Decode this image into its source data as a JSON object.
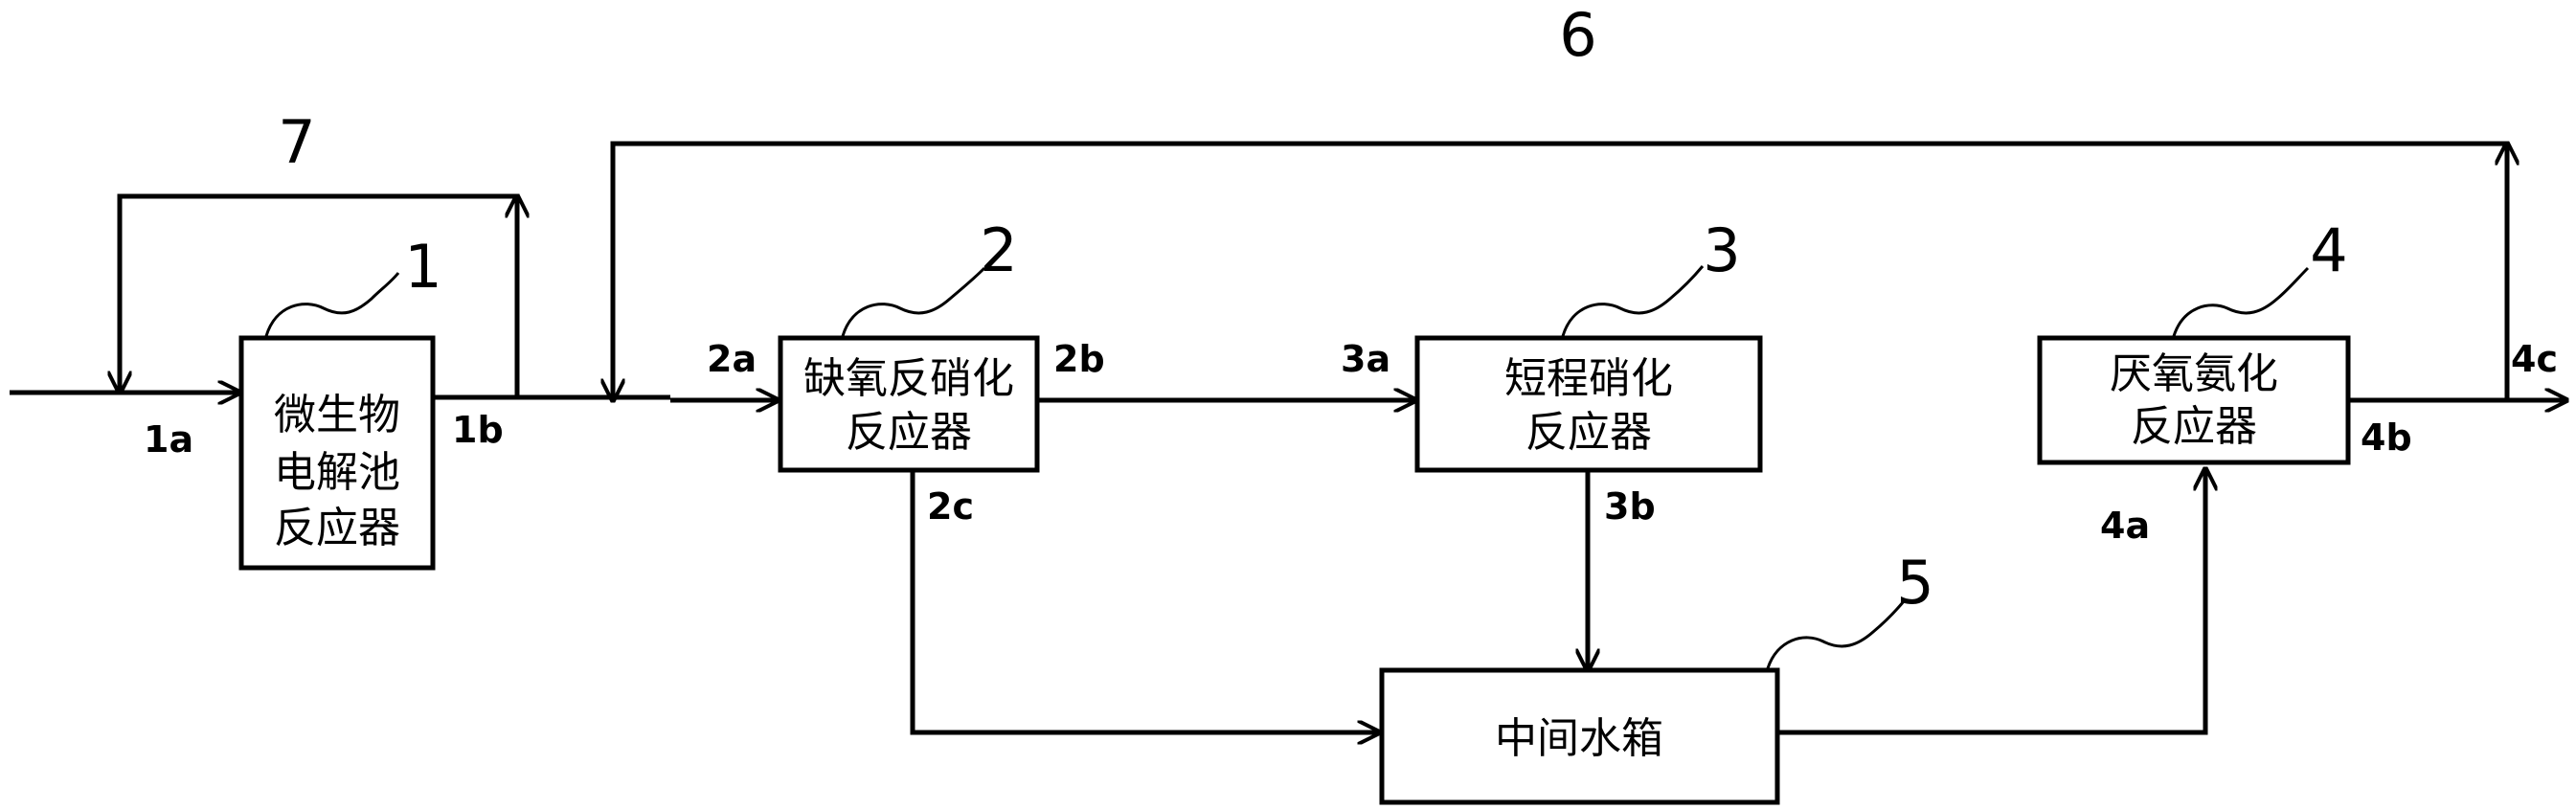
{
  "components": {
    "mec_reactor": {
      "number": "1",
      "lines": [
        "微生物",
        "电解池",
        "反应器"
      ]
    },
    "anoxic_reactor": {
      "number": "2",
      "lines": [
        "缺氧反硝化",
        "反应器"
      ]
    },
    "nitritation_reactor": {
      "number": "3",
      "lines": [
        "短程硝化",
        "反应器"
      ]
    },
    "anammox_reactor": {
      "number": "4",
      "lines": [
        "厌氧氨化",
        "反应器"
      ]
    },
    "intermediate_tank": {
      "number": "5",
      "label": "中间水箱"
    }
  },
  "pipelines": {
    "bypass_6": "6",
    "recycle_7": "7"
  },
  "ports": {
    "p1a": "1a",
    "p1b": "1b",
    "p2a": "2a",
    "p2b": "2b",
    "p2c": "2c",
    "p3a": "3a",
    "p3b": "3b",
    "p4a": "4a",
    "p4b": "4b",
    "p4c": "4c"
  }
}
